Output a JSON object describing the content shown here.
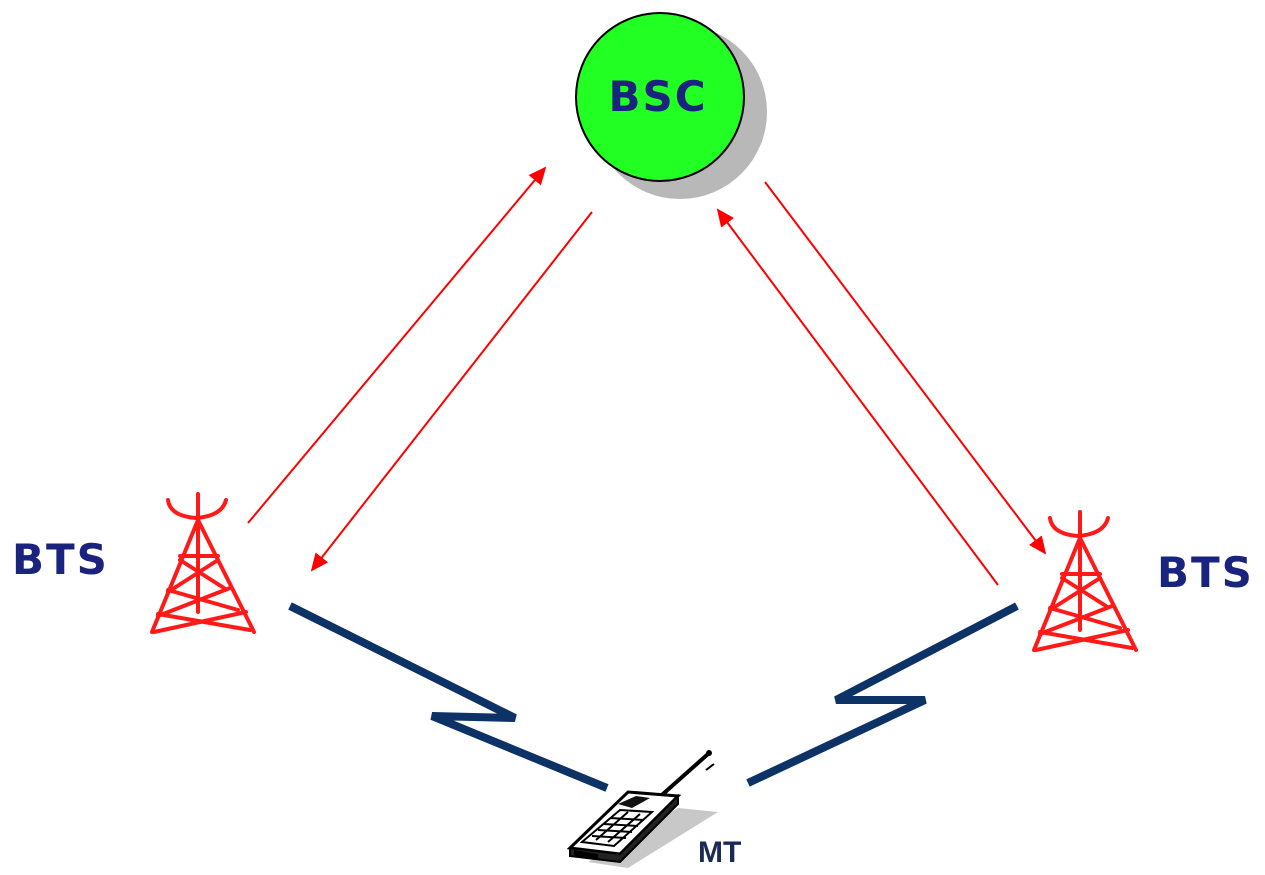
{
  "nodes": {
    "bsc": {
      "label": "BSC",
      "fill": "#22ff22"
    },
    "bts_left": {
      "label": "BTS"
    },
    "bts_right": {
      "label": "BTS"
    },
    "mt": {
      "label": "MT"
    }
  },
  "colors": {
    "link": "#ff0000",
    "radio_link": "#0d3366",
    "tower": "#ff1a1a",
    "label": "#1a237e"
  },
  "icons": [
    "bts-tower-icon",
    "bts-tower-icon",
    "mobile-phone-icon"
  ]
}
